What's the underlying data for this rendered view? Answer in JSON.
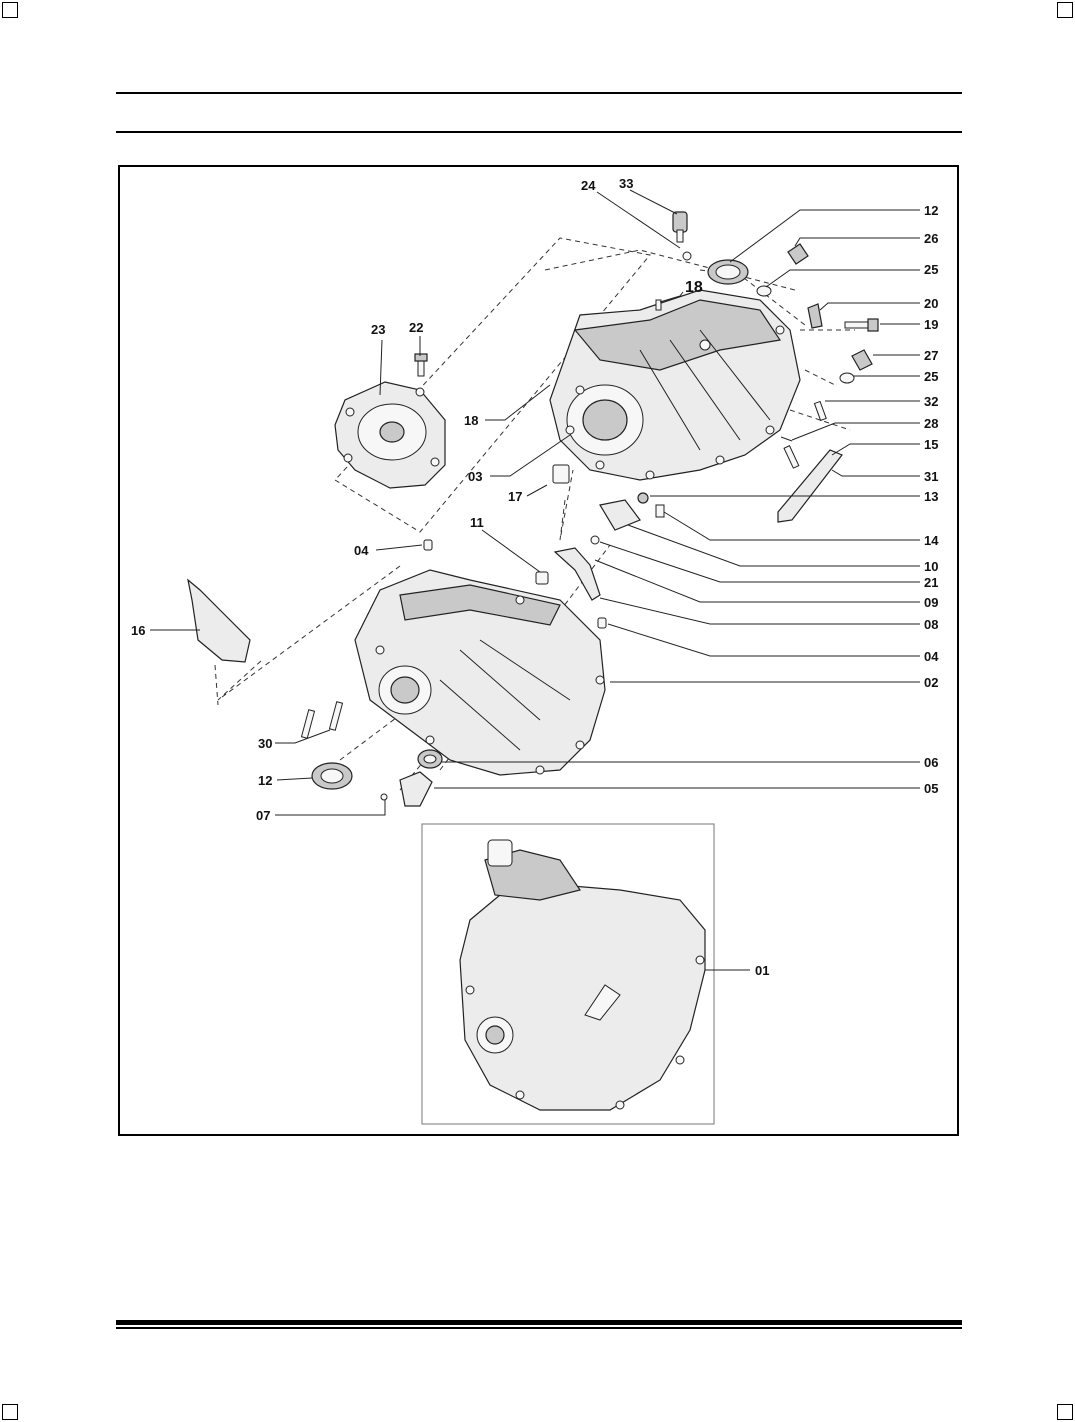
{
  "callouts": [
    {
      "id": "c24",
      "text": "24"
    },
    {
      "id": "c33",
      "text": "33"
    },
    {
      "id": "c12a",
      "text": "12"
    },
    {
      "id": "c26",
      "text": "26"
    },
    {
      "id": "c25a",
      "text": "25"
    },
    {
      "id": "c18a",
      "text": "18"
    },
    {
      "id": "c20",
      "text": "20"
    },
    {
      "id": "c19",
      "text": "19"
    },
    {
      "id": "c23",
      "text": "23"
    },
    {
      "id": "c22",
      "text": "22"
    },
    {
      "id": "c27",
      "text": "27"
    },
    {
      "id": "c25b",
      "text": "25"
    },
    {
      "id": "c32",
      "text": "32"
    },
    {
      "id": "c18b",
      "text": "18"
    },
    {
      "id": "c28",
      "text": "28"
    },
    {
      "id": "c15",
      "text": "15"
    },
    {
      "id": "c03",
      "text": "03"
    },
    {
      "id": "c31",
      "text": "31"
    },
    {
      "id": "c17",
      "text": "17"
    },
    {
      "id": "c13",
      "text": "13"
    },
    {
      "id": "c11",
      "text": "11"
    },
    {
      "id": "c14",
      "text": "14"
    },
    {
      "id": "c04a",
      "text": "04"
    },
    {
      "id": "c10",
      "text": "10"
    },
    {
      "id": "c21",
      "text": "21"
    },
    {
      "id": "c09",
      "text": "09"
    },
    {
      "id": "c16",
      "text": "16"
    },
    {
      "id": "c08",
      "text": "08"
    },
    {
      "id": "c04b",
      "text": "04"
    },
    {
      "id": "c02",
      "text": "02"
    },
    {
      "id": "c30",
      "text": "30"
    },
    {
      "id": "c06",
      "text": "06"
    },
    {
      "id": "c12b",
      "text": "12"
    },
    {
      "id": "c05",
      "text": "05"
    },
    {
      "id": "c07",
      "text": "07"
    },
    {
      "id": "c01",
      "text": "01"
    }
  ]
}
